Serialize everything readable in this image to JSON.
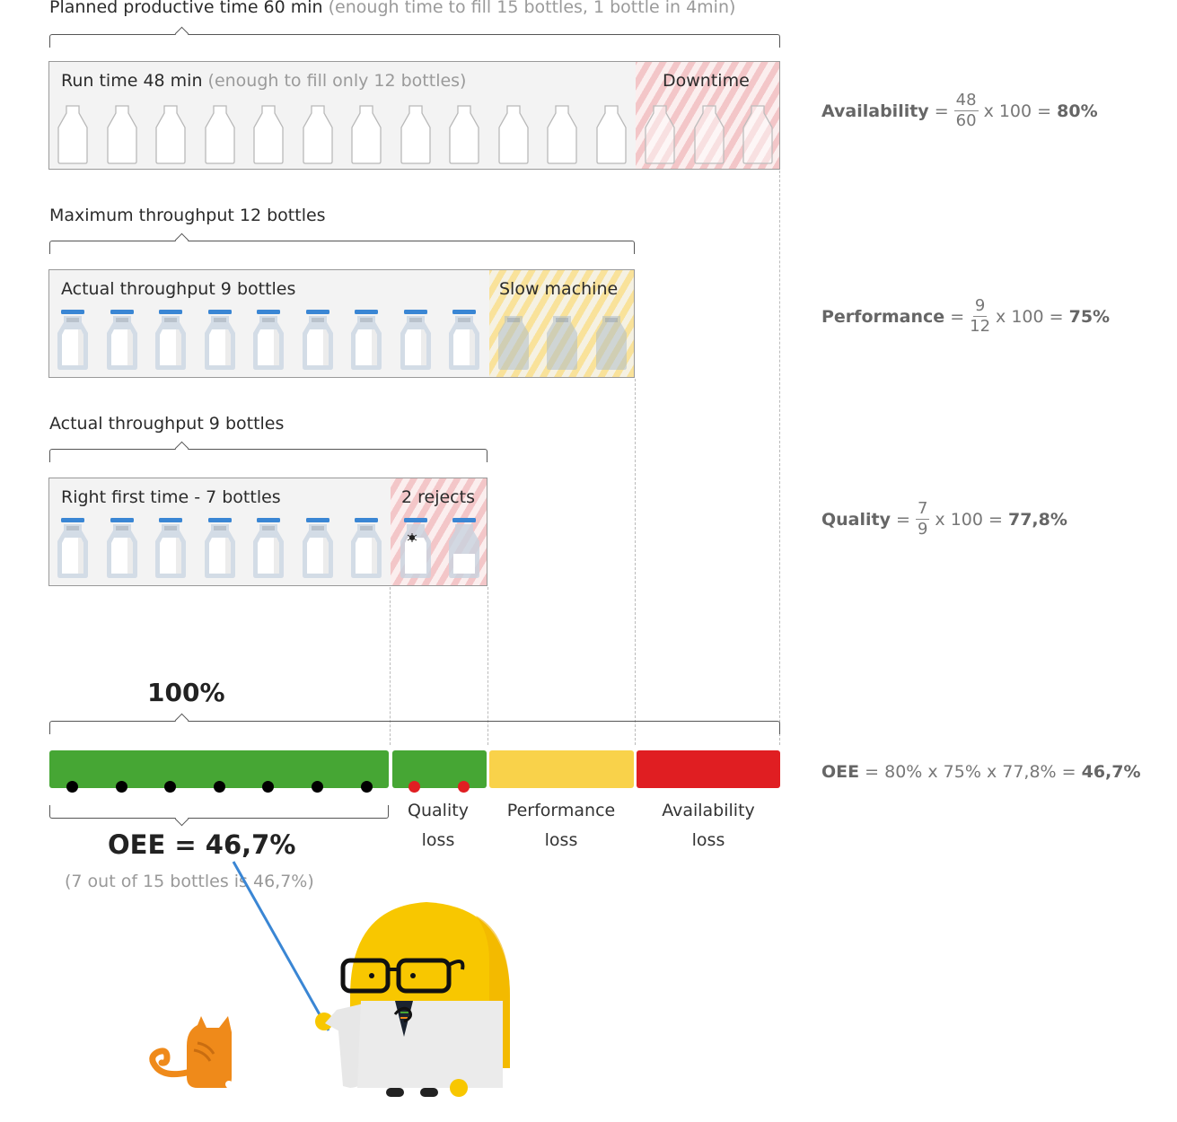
{
  "section1": {
    "title": "Planned productive time 60 min",
    "title_note": "(enough time to fill 15 bottles, 1 bottle in 4min)",
    "panel_label": "Run time 48 min",
    "panel_note": "(enough to fill only 12 bottles)",
    "zone_label": "Downtime",
    "bottles_run": 12,
    "bottles_down": 3
  },
  "section2": {
    "title": "Maximum throughput 12 bottles",
    "panel_label": "Actual throughput 9 bottles",
    "zone_label": "Slow machine",
    "bottles_good": 9,
    "bottles_slow": 3
  },
  "section3": {
    "title": "Actual throughput 9 bottles",
    "panel_label": "Right first time - 7 bottles",
    "zone_label": "2 rejects",
    "bottles_good": 7,
    "bottles_reject": 2
  },
  "formulas": {
    "availability": {
      "name": "Availability",
      "eq": "=",
      "num": "48",
      "den": "60",
      "mult": "x 100 =",
      "result": "80%"
    },
    "performance": {
      "name": "Performance",
      "eq": "=",
      "num": "9",
      "den": "12",
      "mult": "x 100 =",
      "result": "75%"
    },
    "quality": {
      "name": "Quality",
      "eq": "=",
      "num": "7",
      "den": "9",
      "mult": "x 100 =",
      "result": "77,8%"
    },
    "oee": {
      "name": "OEE",
      "expr": "= 80% x 75% x 77,8% =",
      "result": "46,7%"
    }
  },
  "summary": {
    "top_label": "100%",
    "oee_label": "OEE = 46,7%",
    "oee_note": "(7 out of 15 bottles is 46,7%)",
    "quality_loss": [
      "Quality",
      "loss"
    ],
    "performance_loss": [
      "Performance",
      "loss"
    ],
    "availability_loss": [
      "Availability",
      "loss"
    ],
    "colors": {
      "good": "#46a634",
      "performance": "#f9d24a",
      "availability": "#e01e22",
      "reject_dot": "#e01e22",
      "good_dot": "#000000"
    }
  }
}
